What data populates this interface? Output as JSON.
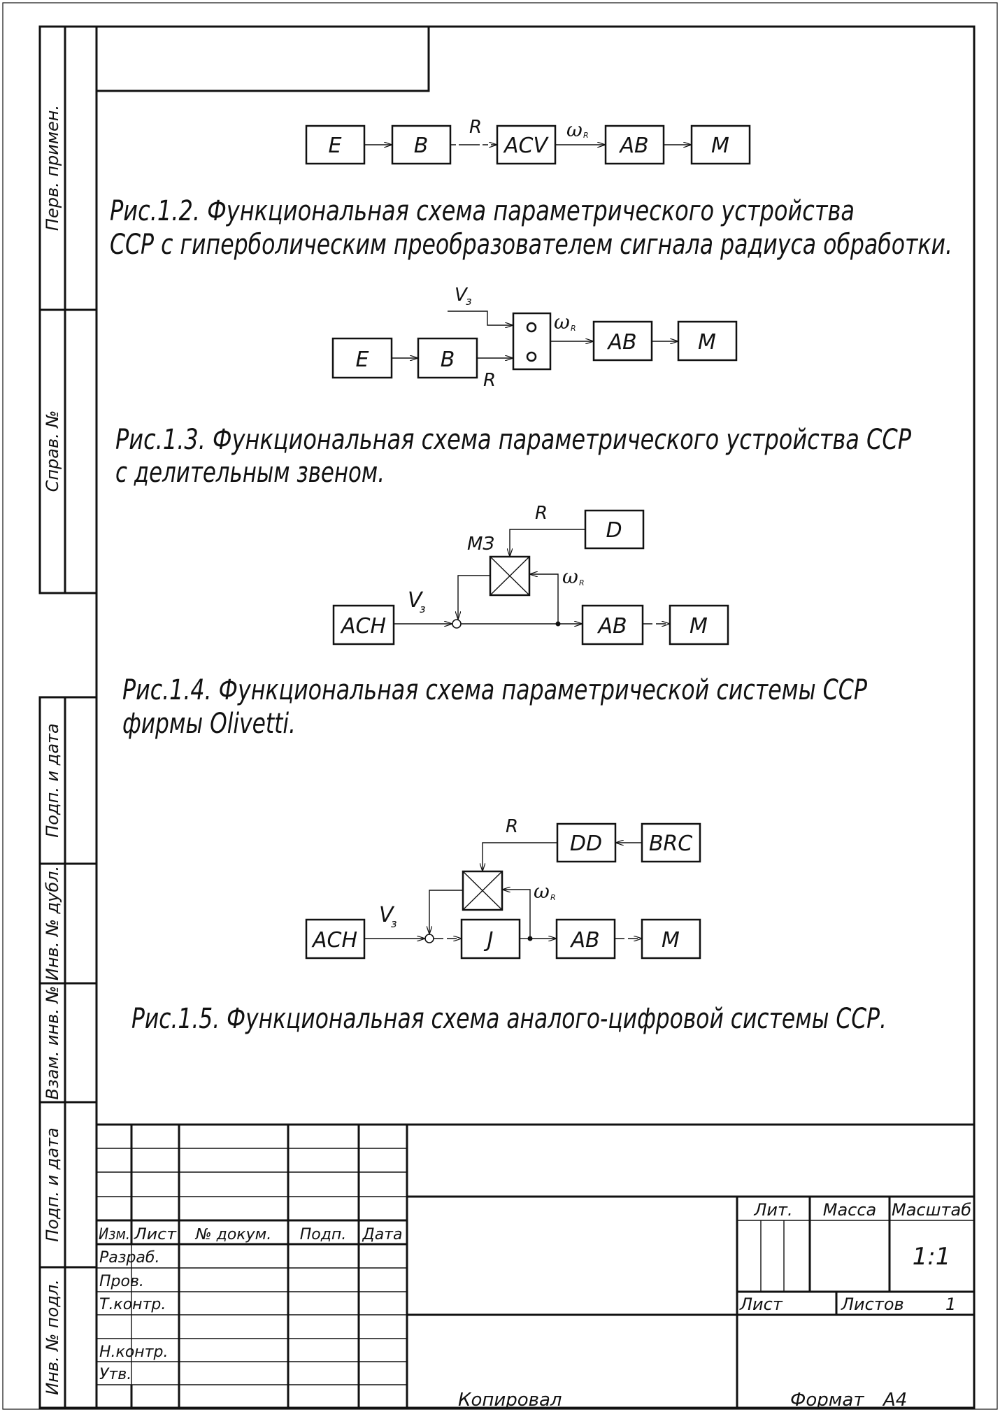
{
  "side_labels": {
    "perv_primen": "Перв. примен.",
    "sprav_no": "Справ. №",
    "podp_data_1": "Подп. и дата",
    "inv_dubl": "Инв. № дубл.",
    "vzam_inv": "Взам. инв. №",
    "podp_data_2": "Подп. и дата",
    "inv_podl": "Инв. № подл."
  },
  "fig12": {
    "blocks": [
      "E",
      "B",
      "ACV",
      "AB",
      "M"
    ],
    "signal_r": "R",
    "signal_omega": "ω",
    "omega_sub": "R",
    "caption_line1": "Рис.1.2. Функциональная схема параметрического устройства",
    "caption_line2": "ССР с гиперболическим преобразователем сигнала радиуса обработки."
  },
  "fig13": {
    "blocks": [
      "E",
      "B",
      "AB",
      "M"
    ],
    "signal_v": "V",
    "v_sub": "з",
    "signal_r": "R",
    "signal_omega": "ω",
    "omega_sub": "R",
    "caption_line1": "Рис.1.3. Функциональная схема параметрического устройства ССР",
    "caption_line2": "с делительным звеном."
  },
  "fig14": {
    "blocks": [
      "D",
      "АСН",
      "AB",
      "M"
    ],
    "signal_r": "R",
    "label_mz": "МЗ",
    "signal_v": "V",
    "v_sub": "з",
    "signal_omega": "ω",
    "omega_sub": "R",
    "caption_line1": "Рис.1.4. Функциональная схема параметрической системы ССР",
    "caption_line2": "фирмы Olivetti."
  },
  "fig15": {
    "blocks": [
      "DD",
      "BRC",
      "АСН",
      "J",
      "AB",
      "M"
    ],
    "signal_r": "R",
    "signal_v": "V",
    "v_sub": "з",
    "signal_omega": "ω",
    "omega_sub": "R",
    "caption": "Рис.1.5. Функциональная схема аналого-цифровой системы ССР."
  },
  "title_block": {
    "col_headers": [
      "Изм.",
      "Лист",
      "№ докум.",
      "Подп.",
      "Дата"
    ],
    "row_labels": [
      "Разраб.",
      "Пров.",
      "Т.контр.",
      "",
      "Н.контр.",
      "Утв."
    ],
    "lit": "Лит.",
    "massa": "Масса",
    "masshtab": "Масштаб",
    "scale_value": "1:1",
    "list": "Лист",
    "listov": "Листов",
    "listov_value": "1"
  },
  "footer": {
    "kopiroval": "Копировал",
    "format": "Формат",
    "format_value": "А4"
  }
}
